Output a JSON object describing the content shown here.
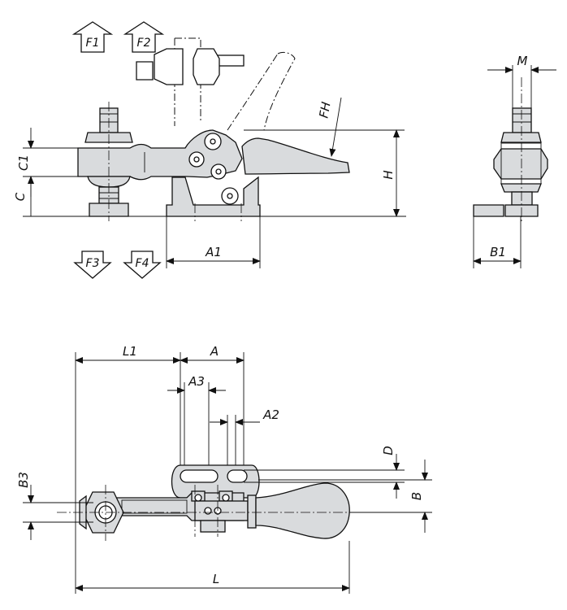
{
  "force_arrows": {
    "f1": "F1",
    "f2": "F2",
    "f3": "F3",
    "f4": "F4"
  },
  "side_view": {
    "c1": "C1",
    "c": "C",
    "h": "H",
    "fh": "FH",
    "a1": "A1"
  },
  "front_view": {
    "m": "M",
    "b1": "B1"
  },
  "top_view": {
    "l1": "L1",
    "a": "A",
    "a3": "A3",
    "a2": "A2",
    "d": "D",
    "b": "B",
    "b3": "B3",
    "l": "L"
  }
}
